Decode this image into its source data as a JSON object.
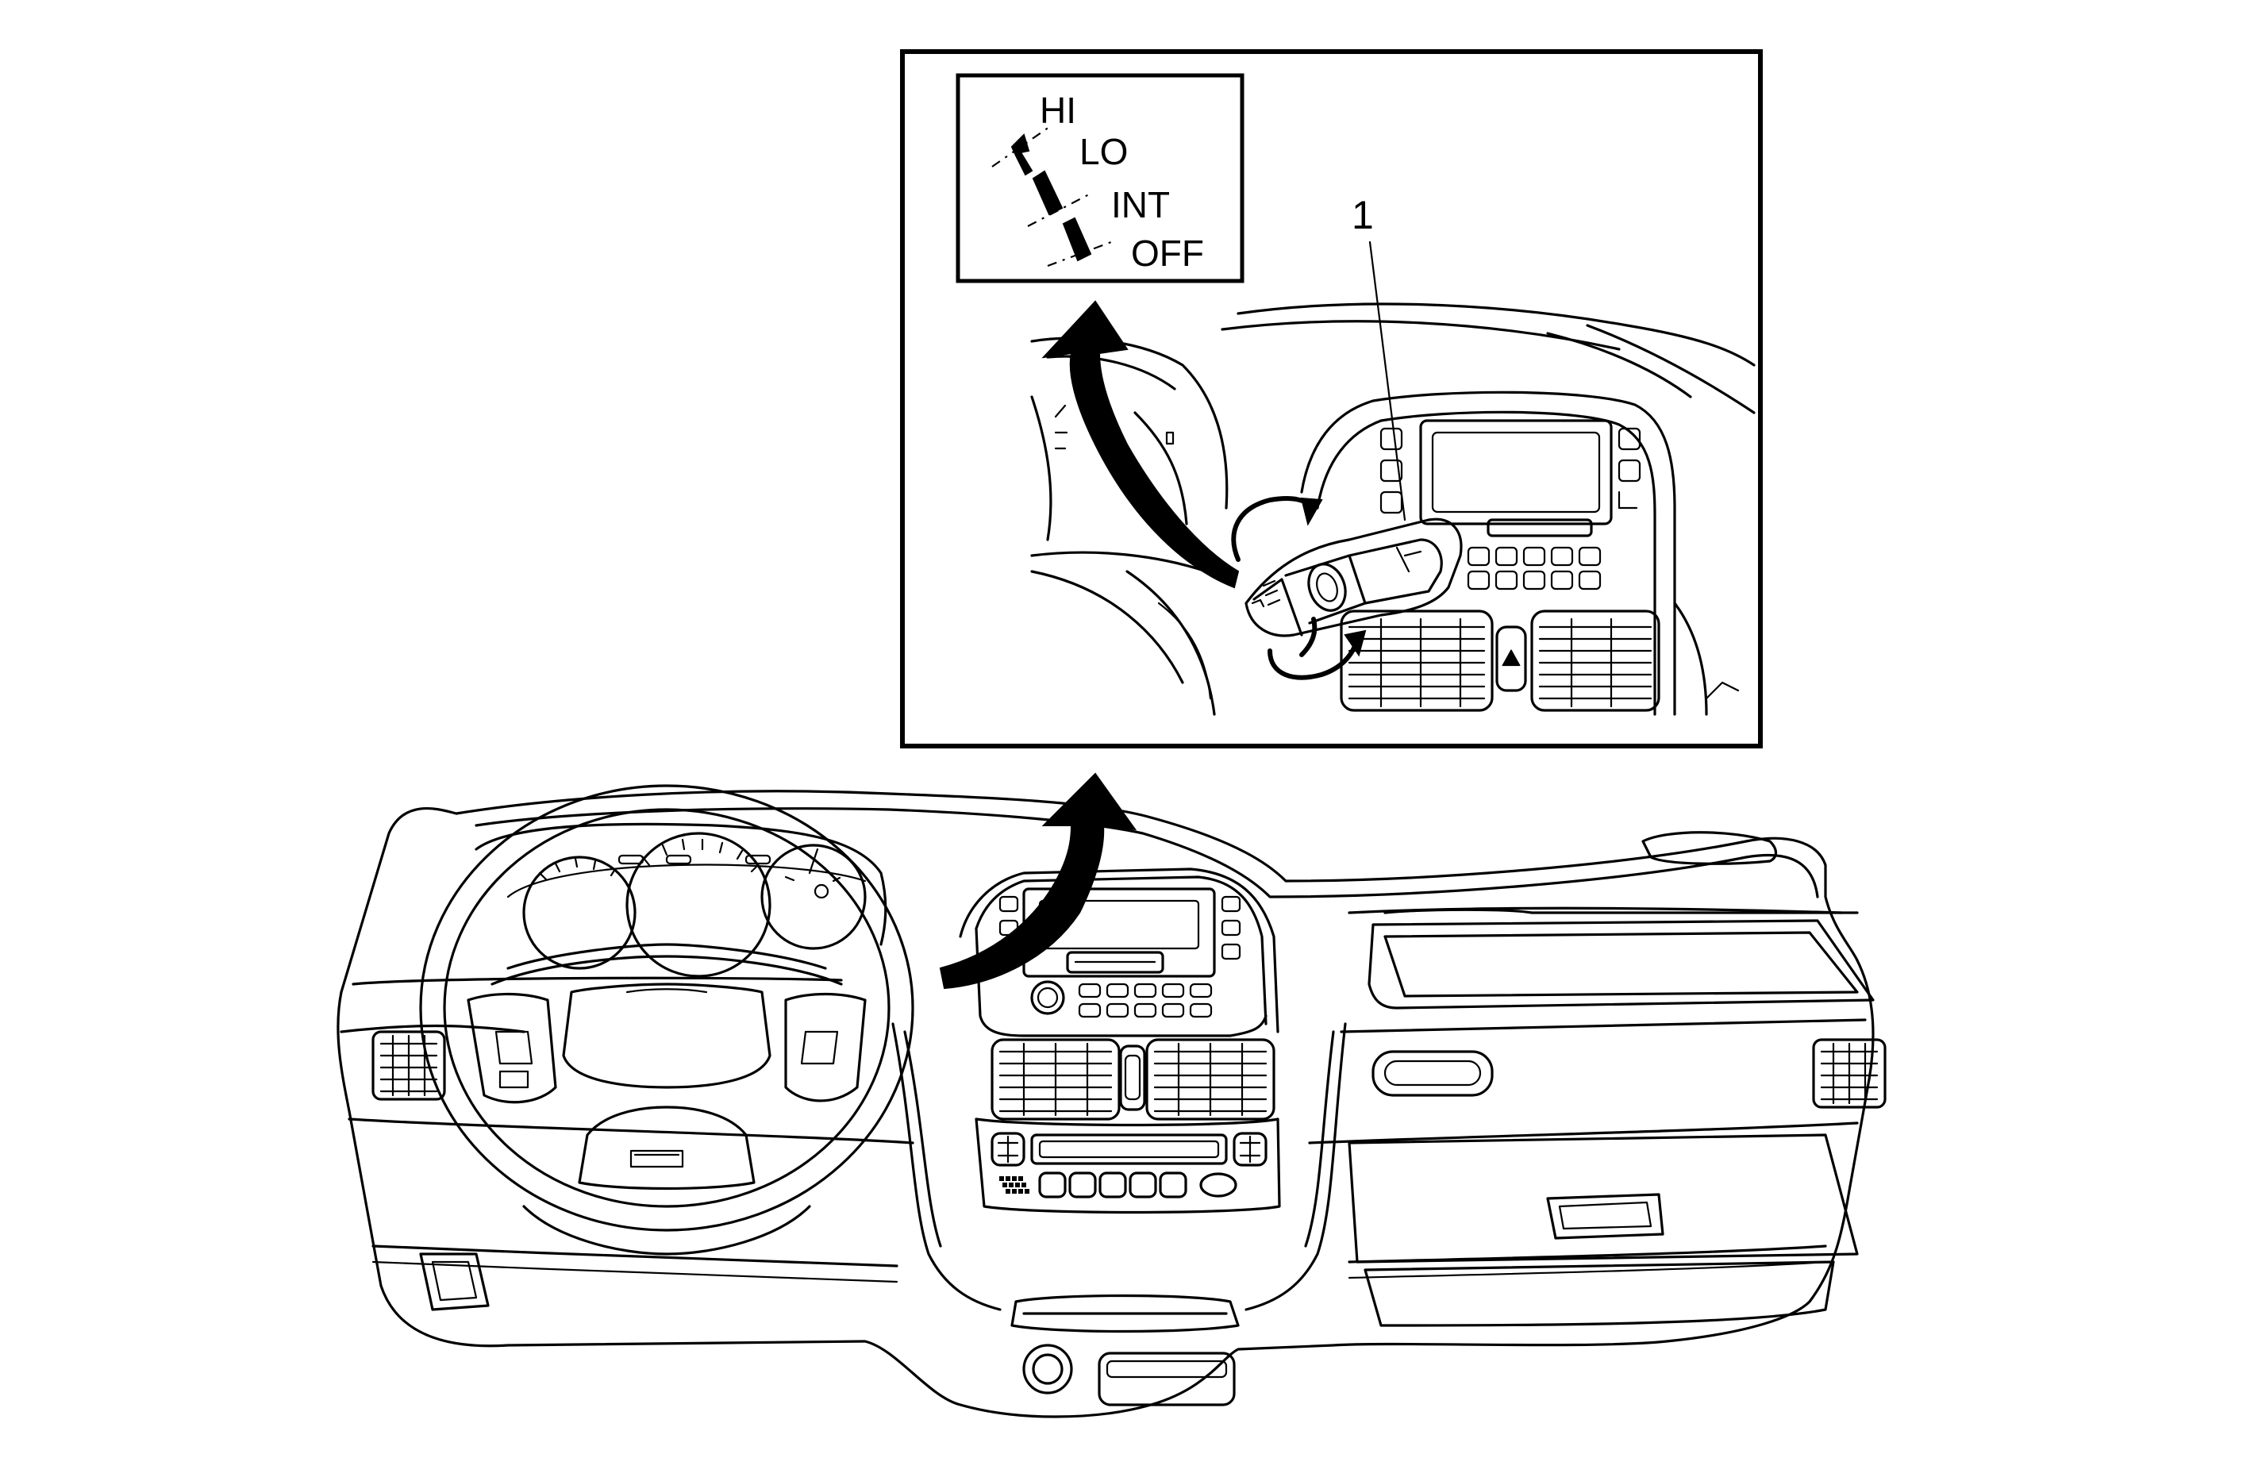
{
  "detail": {
    "legend": {
      "positions": [
        "HI",
        "LO",
        "INT",
        "OFF"
      ]
    },
    "callout": "1"
  }
}
